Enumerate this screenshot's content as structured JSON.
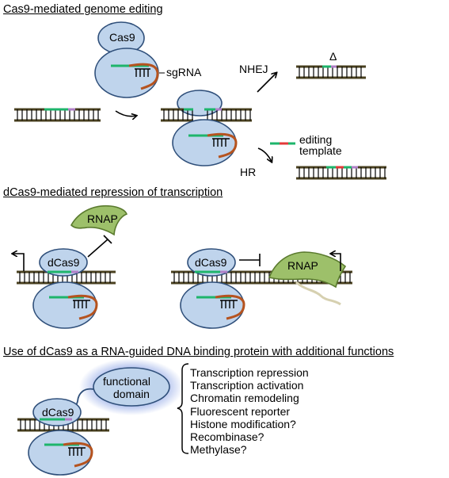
{
  "sections": [
    {
      "title": "Cas9-mediated genome editing"
    },
    {
      "title": "dCas9-mediated repression of transcription"
    },
    {
      "title": "Use of dCas9 as a RNA-guided DNA binding protein with additional functions"
    }
  ],
  "labels": {
    "cas9": "Cas9",
    "sgrna": "sgRNA",
    "nhej": "NHEJ",
    "delta": "Δ",
    "editing_template": [
      "editing",
      "template"
    ],
    "hr": "HR",
    "rnap": "RNAP",
    "dcas9": "dCas9",
    "functional_domain": [
      "functional",
      "domain"
    ]
  },
  "functions": [
    "Transcription repression",
    "Transcription activation",
    "Chromatin remodeling",
    "Fluorescent reporter",
    "Histone modification?",
    "Recombinase?",
    "Methylase?"
  ],
  "colors": {
    "protein_fill": "#bfd4ec",
    "protein_stroke": "#2f4f7a",
    "dna_strand": "#4a4120",
    "guide_green": "#1eb56b",
    "pam_purple": "#b07fc7",
    "rna_brown": "#b5531f",
    "rnap_fill": "#9dc06a",
    "rnap_stroke": "#5a7a2e",
    "edit_red": "#e23a3a",
    "glow": "#8fa6e6"
  }
}
